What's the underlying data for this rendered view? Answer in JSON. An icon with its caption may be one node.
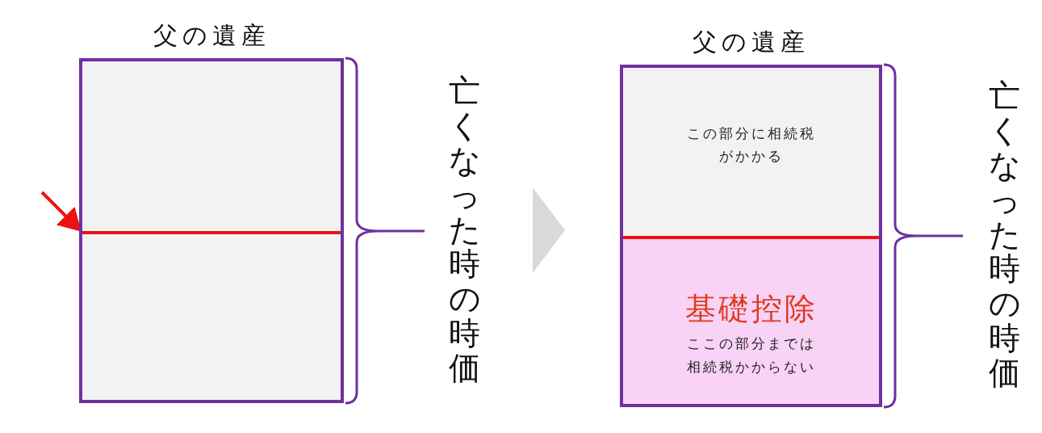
{
  "diagram": {
    "nodes": [
      {
        "text": [
          "父の遺産"
        ]
      },
      {
        "text": [],
        "shape": "bar",
        "in": 0
      },
      {
        "text": [
          "父の遺産"
        ]
      },
      {
        "text": [
          "この部分に相続税がかかる"
        ],
        "in": 2
      },
      {
        "text": [
          "基礎控除",
          "ここの部分までは相続税かからない"
        ],
        "in": 2
      }
    ],
    "edges": [
      {
        "from": null,
        "to": 1,
        "arrow": "to",
        "color": "#ee1111"
      }
    ],
    "labels": [
      "亡くなった時の時価",
      "亡くなった時の時価"
    ]
  }
}
